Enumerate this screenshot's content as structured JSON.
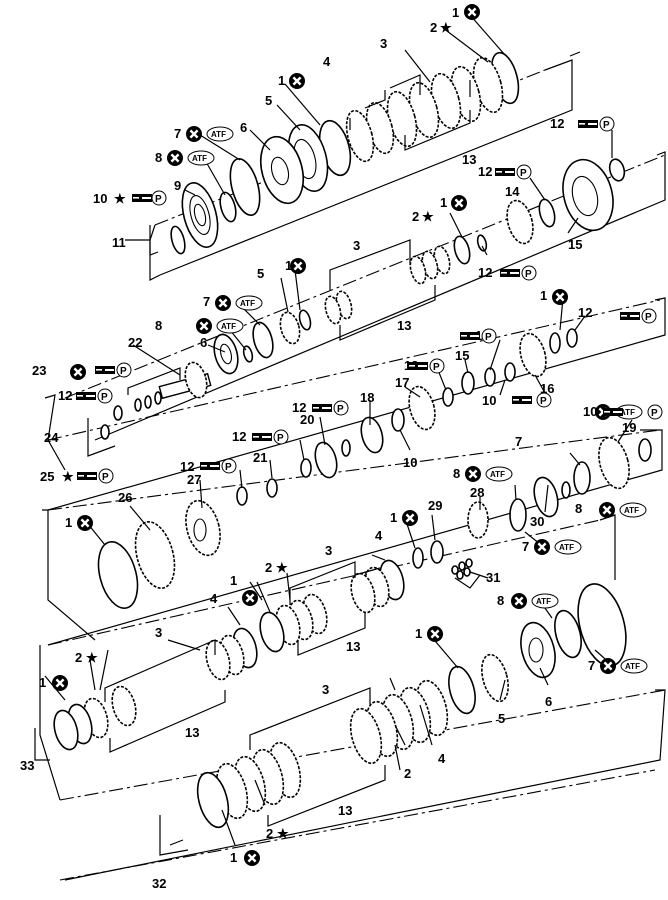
{
  "diagram": {
    "colors": {
      "ink": "#000000",
      "background": "#ffffff"
    },
    "symbols": {
      "replace_icon": "circle-x-icon",
      "lubricant": "ATF",
      "grease": "P",
      "star": "★",
      "grease_tube_icon": "grease-tube-icon"
    },
    "callouts": [
      {
        "id": "c1a",
        "text": "1"
      },
      {
        "id": "c2a",
        "text": "2"
      },
      {
        "id": "c3a",
        "text": "3"
      },
      {
        "id": "c4a",
        "text": "4"
      },
      {
        "id": "c1b",
        "text": "1"
      },
      {
        "id": "c5a",
        "text": "5"
      },
      {
        "id": "c6a",
        "text": "6"
      },
      {
        "id": "c7a",
        "text": "7"
      },
      {
        "id": "c8a",
        "text": "8"
      },
      {
        "id": "c9",
        "text": "9"
      },
      {
        "id": "c10a",
        "text": "10"
      },
      {
        "id": "c11",
        "text": "11"
      },
      {
        "id": "c13a",
        "text": "13"
      },
      {
        "id": "c12a",
        "text": "12"
      },
      {
        "id": "c12b",
        "text": "12"
      },
      {
        "id": "c14a",
        "text": "14"
      },
      {
        "id": "c15a",
        "text": "15"
      },
      {
        "id": "c2b",
        "text": "2"
      },
      {
        "id": "c1c",
        "text": "1"
      },
      {
        "id": "c3b",
        "text": "3"
      },
      {
        "id": "c12c",
        "text": "12"
      },
      {
        "id": "c5b",
        "text": "5"
      },
      {
        "id": "c1d",
        "text": "1"
      },
      {
        "id": "c13b",
        "text": "13"
      },
      {
        "id": "c7b",
        "text": "7"
      },
      {
        "id": "c8b",
        "text": "8"
      },
      {
        "id": "c22",
        "text": "22"
      },
      {
        "id": "c6b",
        "text": "6"
      },
      {
        "id": "c23",
        "text": "23"
      },
      {
        "id": "c12d",
        "text": "12"
      },
      {
        "id": "c24",
        "text": "24"
      },
      {
        "id": "c25",
        "text": "25"
      },
      {
        "id": "c1e",
        "text": "1"
      },
      {
        "id": "c12e",
        "text": "12"
      },
      {
        "id": "c14b",
        "text": "14"
      },
      {
        "id": "c13c",
        "text": "13"
      },
      {
        "id": "c15b",
        "text": "15"
      },
      {
        "id": "c17",
        "text": "17"
      },
      {
        "id": "c16",
        "text": "16"
      },
      {
        "id": "c10b",
        "text": "10"
      },
      {
        "id": "c12f",
        "text": "12"
      },
      {
        "id": "c18",
        "text": "18"
      },
      {
        "id": "c20",
        "text": "20"
      },
      {
        "id": "c10c",
        "text": "10"
      },
      {
        "id": "c12g",
        "text": "12"
      },
      {
        "id": "c21",
        "text": "21"
      },
      {
        "id": "c10d",
        "text": "10"
      },
      {
        "id": "c19",
        "text": "19"
      },
      {
        "id": "c7c",
        "text": "7"
      },
      {
        "id": "c12h",
        "text": "12"
      },
      {
        "id": "c27",
        "text": "27"
      },
      {
        "id": "c26",
        "text": "26"
      },
      {
        "id": "c8c",
        "text": "8"
      },
      {
        "id": "c28",
        "text": "28"
      },
      {
        "id": "c29",
        "text": "29"
      },
      {
        "id": "c8d",
        "text": "8"
      },
      {
        "id": "c30",
        "text": "30"
      },
      {
        "id": "c7d",
        "text": "7"
      },
      {
        "id": "c1f",
        "text": "1"
      },
      {
        "id": "c1g",
        "text": "1"
      },
      {
        "id": "c31",
        "text": "31"
      },
      {
        "id": "c3c",
        "text": "3"
      },
      {
        "id": "c4b",
        "text": "4"
      },
      {
        "id": "c2c",
        "text": "2"
      },
      {
        "id": "c1h",
        "text": "1"
      },
      {
        "id": "c4c",
        "text": "4"
      },
      {
        "id": "c13d",
        "text": "13"
      },
      {
        "id": "c3d",
        "text": "3"
      },
      {
        "id": "c8e",
        "text": "8"
      },
      {
        "id": "c1i",
        "text": "1"
      },
      {
        "id": "c2d",
        "text": "2"
      },
      {
        "id": "c1j",
        "text": "1"
      },
      {
        "id": "c7e",
        "text": "7"
      },
      {
        "id": "c6c",
        "text": "6"
      },
      {
        "id": "c5c",
        "text": "5"
      },
      {
        "id": "c13e",
        "text": "13"
      },
      {
        "id": "c33",
        "text": "33"
      },
      {
        "id": "c3e",
        "text": "3"
      },
      {
        "id": "c4d",
        "text": "4"
      },
      {
        "id": "c2e",
        "text": "2"
      },
      {
        "id": "c13f",
        "text": "13"
      },
      {
        "id": "c2f",
        "text": "2"
      },
      {
        "id": "c1k",
        "text": "1"
      },
      {
        "id": "c32",
        "text": "32"
      }
    ]
  }
}
